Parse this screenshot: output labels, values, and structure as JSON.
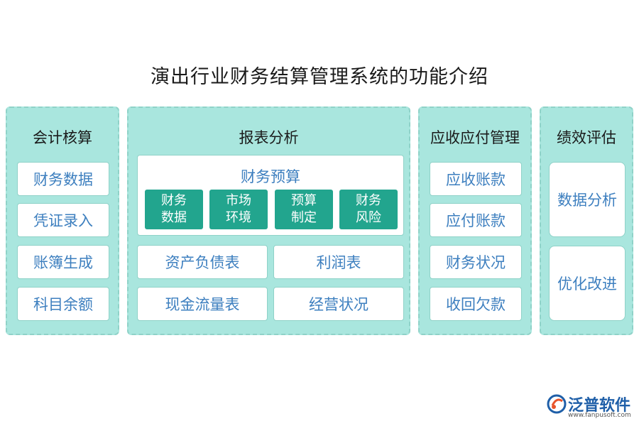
{
  "title": "演出行业财务结算管理系统的功能介绍",
  "panels": {
    "accounting": {
      "title": "会计核算",
      "items": [
        "财务数据",
        "凭证录入",
        "账簿生成",
        "科目余额"
      ]
    },
    "reports": {
      "title": "报表分析",
      "budget": {
        "title": "财务预算",
        "items": [
          "财务\n数据",
          "市场\n环境",
          "预算\n制定",
          "财务\n风险"
        ]
      },
      "items": [
        "资产负债表",
        "利润表",
        "现金流量表",
        "经营状况"
      ]
    },
    "receivable": {
      "title": "应收应付管理",
      "items": [
        "应收账款",
        "应付账款",
        "财务状况",
        "收回欠款"
      ]
    },
    "performance": {
      "title": "绩效评估",
      "items": [
        "数据分析",
        "优化改进"
      ]
    }
  },
  "logo": {
    "name": "泛普软件",
    "url": "www.fanpusoft.com"
  },
  "colors": {
    "panel_bg": "#a9e6de",
    "panel_border": "#8fd2c8",
    "sub_box": "#22a58e",
    "item_text": "#3d7fbf"
  }
}
